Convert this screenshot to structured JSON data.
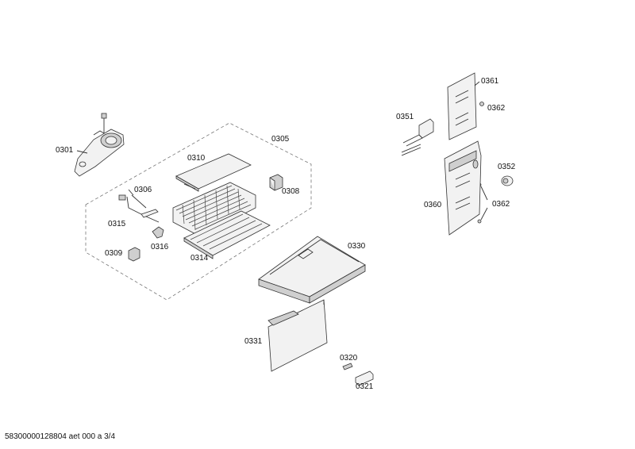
{
  "labels": {
    "p0301": "0301",
    "p0305": "0305",
    "p0306": "0306",
    "p0308": "0308",
    "p0309": "0309",
    "p0310": "0310",
    "p0314": "0314",
    "p0315": "0315",
    "p0316": "0316",
    "p0320": "0320",
    "p0321": "0321",
    "p0330": "0330",
    "p0331": "0331",
    "p0351": "0351",
    "p0352": "0352",
    "p0360": "0360",
    "p0361": "0361",
    "p0362a": "0362",
    "p0362b": "0362"
  },
  "footer": {
    "doc_id": "58300000128804 aet 000 a 3/4"
  }
}
